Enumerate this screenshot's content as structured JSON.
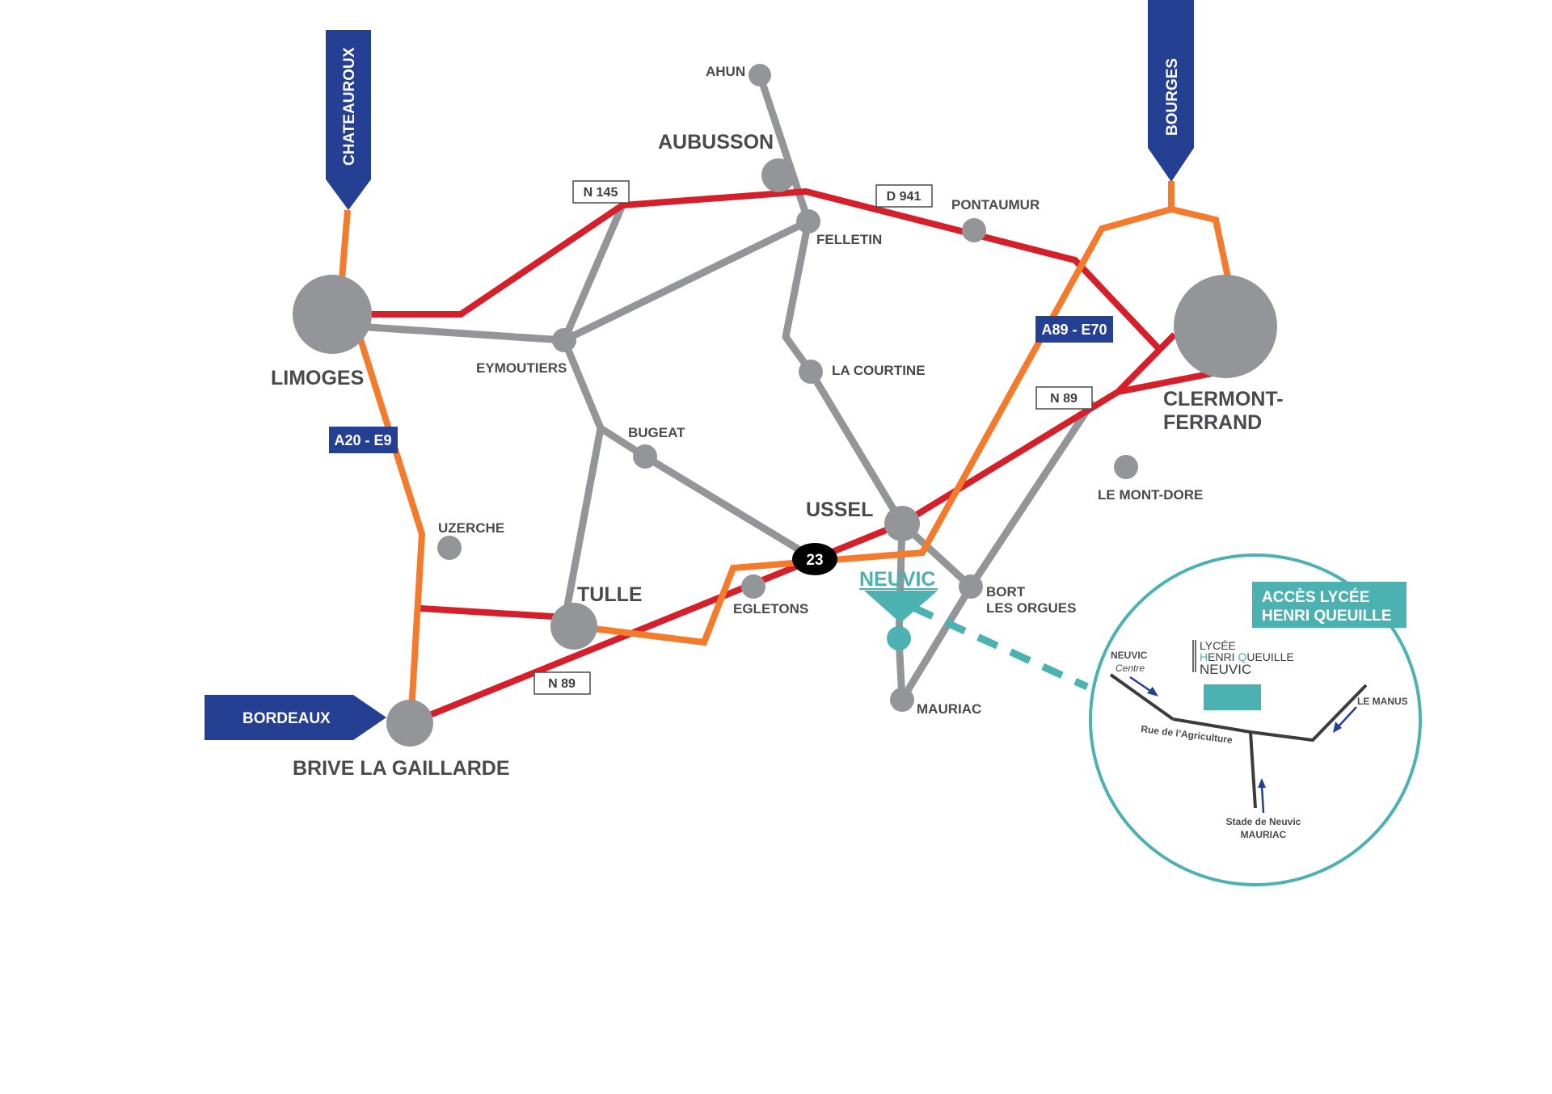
{
  "colors": {
    "motorway": "#f47a2c",
    "national": "#d51f2a",
    "secondary": "#949599",
    "node": "#949599",
    "banner": "#253f93",
    "teal": "#4bb1b1",
    "text": "#4a4a4c",
    "inset_road": "#3c3c3e",
    "inset_arrow": "#253f93"
  },
  "destinations": {
    "chateauroux": "CHATEAUROUX",
    "bourges": "BOURGES",
    "bordeaux": "BORDEAUX"
  },
  "cities": {
    "limoges": "LIMOGES",
    "clermont_line1": "CLERMONT-",
    "clermont_line2": "FERRAND",
    "brive": "BRIVE LA GAILLARDE",
    "tulle": "TULLE",
    "aubusson": "AUBUSSON",
    "ussel": "USSEL",
    "neuvic": "NEUVIC"
  },
  "towns": {
    "ahun": "AHUN",
    "felletin": "FELLETIN",
    "pontaumur": "PONTAUMUR",
    "eymoutiers": "EYMOUTIERS",
    "la_courtine": "LA COURTINE",
    "bugeat": "BUGEAT",
    "uzerche": "UZERCHE",
    "egletons": "EGLETONS",
    "bort_line1": "BORT",
    "bort_line2": "LES ORGUES",
    "mauriac": "MAURIAC",
    "le_mont_dore": "LE MONT-DORE"
  },
  "route_labels": {
    "n145": "N 145",
    "d941": "D 941",
    "n89_west": "N 89",
    "n89_east": "N 89",
    "a20": "A20 - E9",
    "a89": "A89 - E70",
    "badge_23": "23"
  },
  "inset": {
    "title_line1": "ACCÈS LYCÉE",
    "title_line2": "HENRI QUEUILLE",
    "logo_line1": "LYCÉE",
    "logo_line2_h": "H",
    "logo_line2_a": "ENRI ",
    "logo_line2_q": "Q",
    "logo_line2_b": "UEUILLE",
    "logo_line3": "NEUVIC",
    "neuvic_label": "NEUVIC",
    "neuvic_sub": "Centre",
    "street": "Rue de l’Agriculture",
    "le_manus": "LE MANUS",
    "stade_line1": "Stade de Neuvic",
    "stade_line2": "MAURIAC"
  }
}
